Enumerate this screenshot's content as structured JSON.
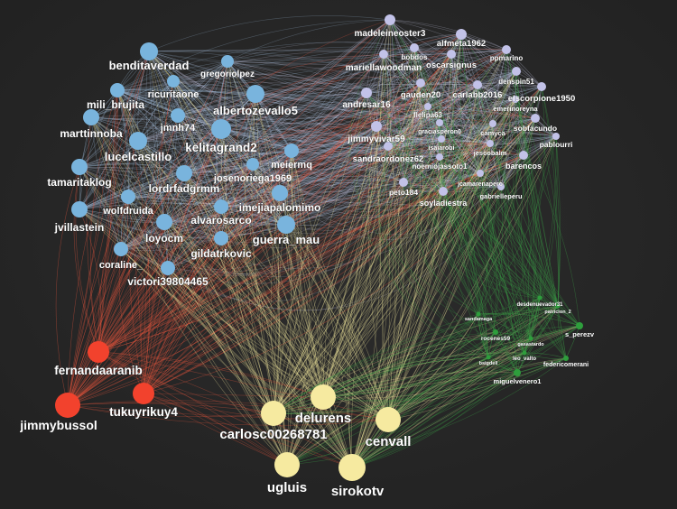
{
  "colors": {
    "background": "#262626",
    "blue": "#79b4dd",
    "lavender": "#c2c2e8",
    "red": "#f2422d",
    "yellow": "#f6eaa0",
    "green": "#2e9e3c",
    "edge_blue": "#a9c8e8",
    "edge_lav": "#cfd0ee",
    "edge_red": "#e8573f",
    "edge_yellow": "#ede39a",
    "edge_green": "#3a9a44"
  },
  "groups": [
    {
      "id": "blue",
      "node_color": "#79b4dd",
      "edge_color": "#a9c8e8",
      "label_color": "#ffffff",
      "nodes": [
        "benditaverdad",
        "gregoriolpez",
        "mili_brujita",
        "ricuritaone",
        "albertozevallo5",
        "jmnh74",
        "marttinnoba",
        "lucelcastillo",
        "kelitagrand2",
        "meiermq",
        "josenoriega1969",
        "tamaritaklog",
        "lordrfadgrmm",
        "wolfdruida",
        "imejiapalomimo",
        "jvillastein",
        "alvarosarco",
        "loyocm",
        "guerra_mau",
        "gildatrkovic",
        "coraline_",
        "victori39804465"
      ]
    },
    {
      "id": "lavender",
      "node_color": "#c2c2e8",
      "edge_color": "#cfd0ee",
      "label_color": "#ffffff",
      "nodes": [
        "madeleineoster3",
        "alfmeta1962",
        "bobdos",
        "oscarsignus",
        "ppmarino",
        "mariellawoodman",
        "denspin51",
        "gauden20",
        "carlabb2016",
        "elscorpione1950",
        "andresar16",
        "flelipa63",
        "emerinoreyna",
        "sobfacundo",
        "graciasperon0",
        "camyca",
        "jimmyvivar59",
        "pablourri",
        "isaiarobi",
        "jescobalm",
        "sandraordonez62",
        "barencos",
        "noemiojassoto1",
        "jcamarenapero",
        "peto184",
        "soyladiestra",
        "gabrielleperu"
      ]
    },
    {
      "id": "red",
      "node_color": "#f2422d",
      "edge_color": "#e8573f",
      "label_color": "#ffffff",
      "nodes": [
        "fernandaaranib",
        "tukuyrikuy4",
        "jimmybussol"
      ]
    },
    {
      "id": "yellow",
      "node_color": "#f6eaa0",
      "edge_color": "#ede39a",
      "label_color": "#ffffff",
      "nodes": [
        "delurens",
        "carlosc00268781",
        "cenvall",
        "ugluis",
        "sirokotv"
      ]
    },
    {
      "id": "green",
      "node_color": "#2e9e3c",
      "edge_color": "#3a9a44",
      "label_color": "#ffffff",
      "nodes": [
        "desdenuevador31",
        "sandamaga",
        "patricion_2",
        "s_perezv",
        "rocenes59",
        "gasastardo",
        "federicomerani",
        "bsigdell",
        "leo_valto",
        "miguelvenero1"
      ]
    }
  ]
}
